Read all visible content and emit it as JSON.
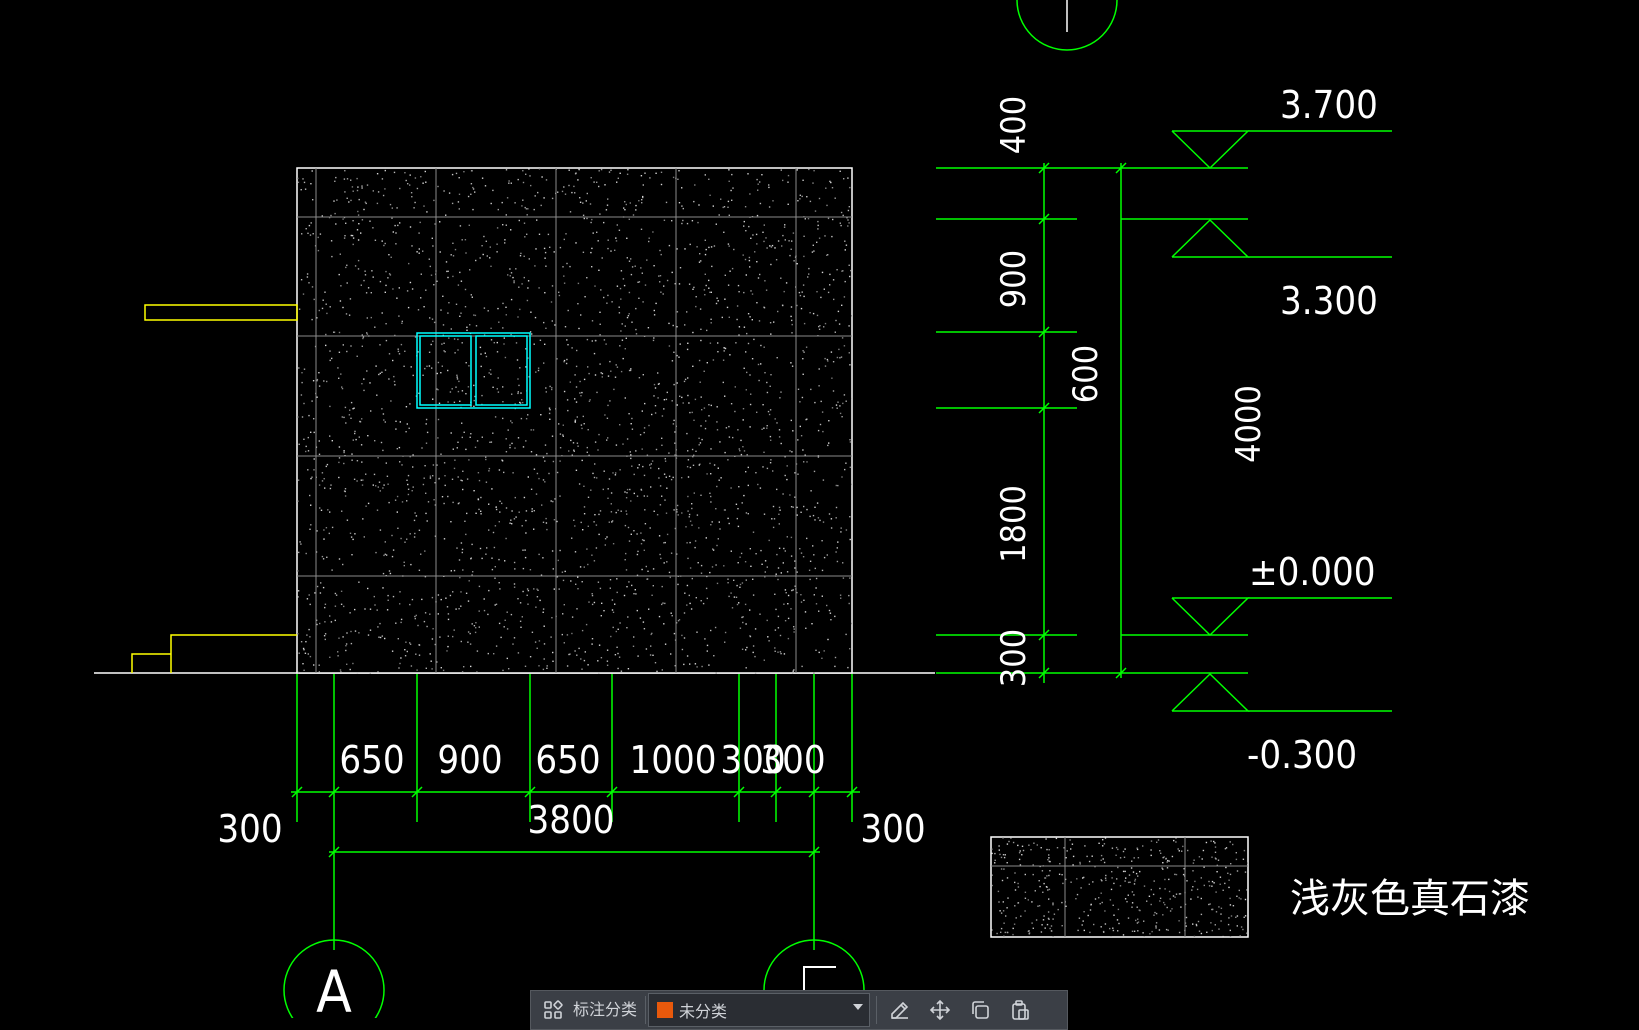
{
  "drawing": {
    "elevations": {
      "e1": "3.700",
      "e2": "3.300",
      "e3": "±0.000",
      "e4": "-0.300"
    },
    "right_dims": {
      "d400": "400",
      "d900": "900",
      "d600": "600",
      "d1800": "1800",
      "d300": "300",
      "d4000": "4000"
    },
    "bottom_dims": {
      "d650a": "650",
      "d900": "900",
      "d650b": "650",
      "d1000": "1000",
      "d300a": "300",
      "d300b": "300",
      "d3800": "3800",
      "d300left": "300",
      "d300right": "300"
    },
    "axis_labels": {
      "left": "A",
      "right": ""
    },
    "legend_text": "浅灰色真石漆"
  },
  "toolbar": {
    "label": "标注分类",
    "select_value": "未分类",
    "swatch_color": "#e8590c",
    "icons": [
      "grid-icon",
      "edit-icon",
      "move-icon",
      "copy-icon",
      "paste-icon"
    ]
  },
  "colors": {
    "background": "#000000",
    "dimension_green": "#00ff00",
    "wall_white": "#ffffff",
    "window_cyan": "#00ffff",
    "accessory_yellow": "#ffff00",
    "grid_gray": "#8a8a8a"
  }
}
